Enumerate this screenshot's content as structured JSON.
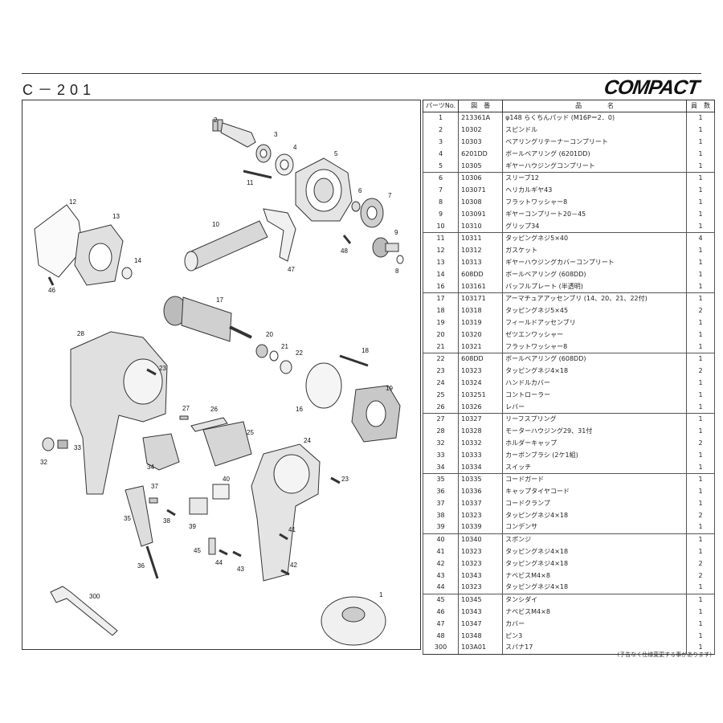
{
  "header": {
    "model": "C－201",
    "brand": "COMPACT"
  },
  "table": {
    "headers": {
      "no": "パーツNo.",
      "code": "図　番",
      "name": "品　　　　名",
      "qty": "員　数"
    },
    "rows": [
      {
        "no": "1",
        "code": "213361A",
        "name": "φ148 らくちんパッド (M16P＝2．0)",
        "qty": "1"
      },
      {
        "no": "2",
        "code": "10302",
        "name": "スピンドル",
        "qty": "1"
      },
      {
        "no": "3",
        "code": "10303",
        "name": "ベアリングリテーナーコンプリート",
        "qty": "1"
      },
      {
        "no": "4",
        "code": "6201DD",
        "name": "ボールベアリング (6201DD)",
        "qty": "1"
      },
      {
        "no": "5",
        "code": "10305",
        "name": "ギヤーハウジングコンプリート",
        "qty": "1"
      },
      {
        "no": "6",
        "code": "10306",
        "name": "スリーブ12",
        "qty": "1"
      },
      {
        "no": "7",
        "code": "103071",
        "name": "ヘリカルギヤ43",
        "qty": "1"
      },
      {
        "no": "8",
        "code": "10308",
        "name": "フラットワッシャー8",
        "qty": "1"
      },
      {
        "no": "9",
        "code": "103091",
        "name": "ギヤーコンプリート20－45",
        "qty": "1"
      },
      {
        "no": "10",
        "code": "10310",
        "name": "グリップ34",
        "qty": "1"
      },
      {
        "no": "11",
        "code": "10311",
        "name": "タッピングネジ5×40",
        "qty": "4"
      },
      {
        "no": "12",
        "code": "10312",
        "name": "ガスケット",
        "qty": "1"
      },
      {
        "no": "13",
        "code": "10313",
        "name": "ギヤーハウジングカバーコンプリート",
        "qty": "1"
      },
      {
        "no": "14",
        "code": "608DD",
        "name": "ボールベアリング (608DD)",
        "qty": "1"
      },
      {
        "no": "16",
        "code": "103161",
        "name": "バッフルプレート (半透明)",
        "qty": "1"
      },
      {
        "no": "17",
        "code": "103171",
        "name": "アーマチュアアッセンブリ (14、20、21、22付)",
        "qty": "1"
      },
      {
        "no": "18",
        "code": "10318",
        "name": "タッピングネジ5×45",
        "qty": "2"
      },
      {
        "no": "19",
        "code": "10319",
        "name": "フィールドアッセンブリ",
        "qty": "1"
      },
      {
        "no": "20",
        "code": "10320",
        "name": "ゼツエンワッシャー",
        "qty": "1"
      },
      {
        "no": "21",
        "code": "10321",
        "name": "フラットワッシャー8",
        "qty": "1"
      },
      {
        "no": "22",
        "code": "608DD",
        "name": "ボールベアリング (608DD)",
        "qty": "1"
      },
      {
        "no": "23",
        "code": "10323",
        "name": "タッピングネジ4×18",
        "qty": "2"
      },
      {
        "no": "24",
        "code": "10324",
        "name": "ハンドルカバー",
        "qty": "1"
      },
      {
        "no": "25",
        "code": "103251",
        "name": "コントローラー",
        "qty": "1"
      },
      {
        "no": "26",
        "code": "10326",
        "name": "レバー",
        "qty": "1"
      },
      {
        "no": "27",
        "code": "10327",
        "name": "リーフスプリング",
        "qty": "1"
      },
      {
        "no": "28",
        "code": "10328",
        "name": "モーターハウジング29、31付",
        "qty": "1"
      },
      {
        "no": "32",
        "code": "10332",
        "name": "ホルダーキャップ",
        "qty": "2"
      },
      {
        "no": "33",
        "code": "10333",
        "name": "カーボンブラシ (2ケ1組)",
        "qty": "1"
      },
      {
        "no": "34",
        "code": "10334",
        "name": "スイッチ",
        "qty": "1"
      },
      {
        "no": "35",
        "code": "10335",
        "name": "コードガード",
        "qty": "1"
      },
      {
        "no": "36",
        "code": "10336",
        "name": "キャップタイヤコード",
        "qty": "1"
      },
      {
        "no": "37",
        "code": "10337",
        "name": "コードクランプ",
        "qty": "1"
      },
      {
        "no": "38",
        "code": "10323",
        "name": "タッピングネジ4×18",
        "qty": "2"
      },
      {
        "no": "39",
        "code": "10339",
        "name": "コンデンサ",
        "qty": "1"
      },
      {
        "no": "40",
        "code": "10340",
        "name": "スポンジ",
        "qty": "1"
      },
      {
        "no": "41",
        "code": "10323",
        "name": "タッピングネジ4×18",
        "qty": "1"
      },
      {
        "no": "42",
        "code": "10323",
        "name": "タッピングネジ4×18",
        "qty": "2"
      },
      {
        "no": "43",
        "code": "10343",
        "name": "ナベビスM4×8",
        "qty": "2"
      },
      {
        "no": "44",
        "code": "10323",
        "name": "タッピングネジ4×18",
        "qty": "1"
      },
      {
        "no": "45",
        "code": "10345",
        "name": "タンシダイ",
        "qty": "1"
      },
      {
        "no": "46",
        "code": "10343",
        "name": "ナベビスM4×8",
        "qty": "1"
      },
      {
        "no": "47",
        "code": "10347",
        "name": "カバー",
        "qty": "1"
      },
      {
        "no": "48",
        "code": "10348",
        "name": "ピン3",
        "qty": "1"
      },
      {
        "no": "300",
        "code": "103A01",
        "name": "スパナ17",
        "qty": "1"
      }
    ]
  },
  "diagram": {
    "callouts": [
      "2",
      "3",
      "4",
      "5",
      "6",
      "7",
      "8",
      "9",
      "10",
      "11",
      "12",
      "13",
      "14",
      "16",
      "17",
      "18",
      "19",
      "20",
      "21",
      "22",
      "23",
      "23",
      "24",
      "25",
      "26",
      "27",
      "28",
      "32",
      "33",
      "34",
      "35",
      "36",
      "37",
      "38",
      "39",
      "40",
      "41",
      "42",
      "43",
      "44",
      "45",
      "46",
      "47",
      "48",
      "300",
      "1"
    ]
  },
  "note": "(予告なく仕様変更する事があります)"
}
